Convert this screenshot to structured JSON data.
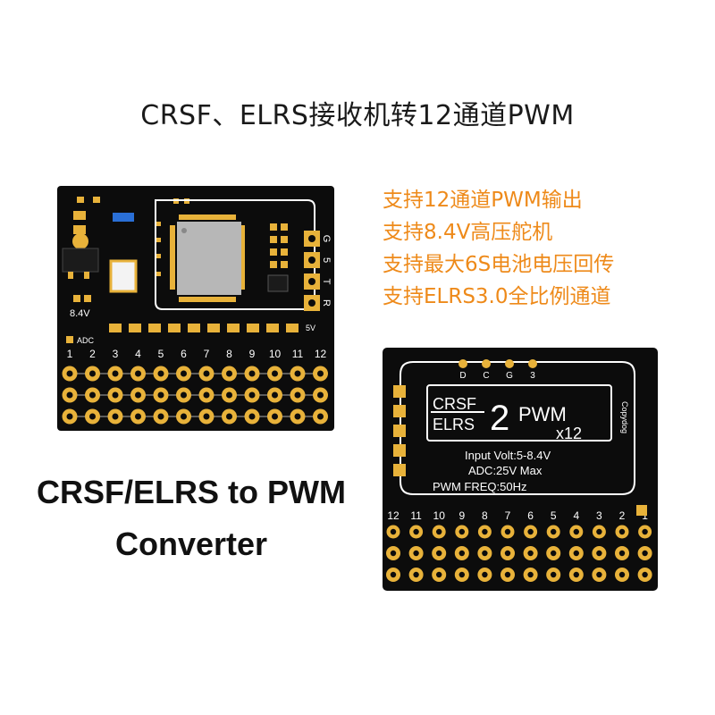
{
  "title": "CRSF、ELRS接收机转12通道PWM",
  "features": [
    "支持12通道PWM输出",
    "支持8.4V高压舵机",
    "支持最大6S电池电压回传",
    "支持ELRS3.0全比例通道"
  ],
  "english_title": [
    "CRSF/ELRS to PWM",
    "Converter"
  ],
  "front_board": {
    "pin_labels": [
      "1",
      "2",
      "3",
      "4",
      "5",
      "6",
      "7",
      "8",
      "9",
      "10",
      "11",
      "12"
    ],
    "side_labels": [
      "G",
      "5",
      "T",
      "R"
    ],
    "voltage_label": "8.4V",
    "adc_label": "ADC",
    "v5_label": "5V"
  },
  "back_board": {
    "top_pin_labels": [
      "D",
      "C",
      "G",
      "3"
    ],
    "logo_line1": "CRSF",
    "logo_line2": "ELRS",
    "logo_number": "2",
    "pwm_label": "PWM",
    "pwm_count": "x12",
    "brand": "Copydog",
    "spec_lines": [
      "Input Volt:5-8.4V",
      "ADC:25V Max",
      "PWM FREQ:50Hz"
    ],
    "pin_labels": [
      "12",
      "11",
      "10",
      "9",
      "8",
      "7",
      "6",
      "5",
      "4",
      "3",
      "2",
      "1"
    ]
  },
  "colors": {
    "pcb": "#0c0c0c",
    "gold": "#e8b23a",
    "silk": "#ffffff",
    "accent": "#ee8a1a"
  }
}
